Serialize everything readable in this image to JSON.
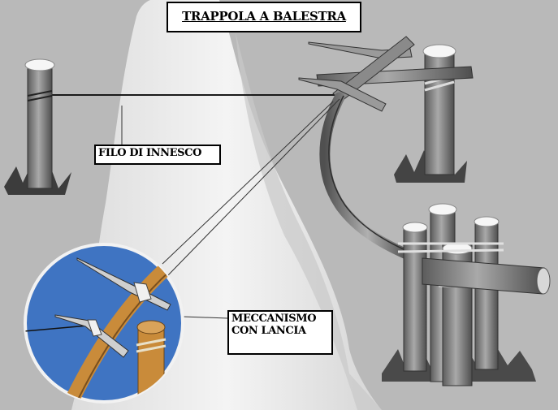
{
  "title": "TRAPPOLA A BALESTRA",
  "labels": {
    "trigger_wire": "FILO DI INNESCO",
    "mechanism_line1": "MECCANISMO",
    "mechanism_line2": "CON LANCIA"
  },
  "colors": {
    "background": "#b9b9b9",
    "snow": "#f2f2f2",
    "wood": "#8a8a8a",
    "inset_background": "#3f74c2",
    "inset_wood": "#c98b3a",
    "label_fill": "#ffffff",
    "label_border": "#000000"
  }
}
